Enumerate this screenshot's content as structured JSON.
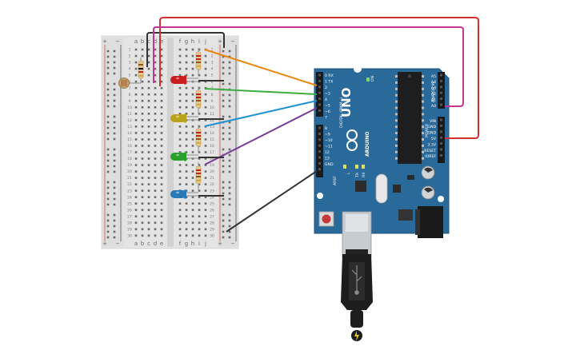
{
  "breadboard": {
    "columns_left": [
      "a",
      "b",
      "c",
      "d",
      "e"
    ],
    "columns_right": [
      "f",
      "g",
      "h",
      "i",
      "j"
    ],
    "rows": [
      "1",
      "2",
      "3",
      "4",
      "5",
      "6",
      "7",
      "8",
      "9",
      "10",
      "11",
      "12",
      "13",
      "14",
      "15",
      "16",
      "17",
      "18",
      "19",
      "20",
      "21",
      "22",
      "23",
      "24",
      "25",
      "26",
      "27",
      "28",
      "29",
      "30"
    ],
    "plus": "+",
    "minus": "−"
  },
  "arduino": {
    "model": "UNO",
    "brand": "ARDUINO",
    "digital_label": "DIGITAL (PWM~)",
    "analog_label": "ANALOG IN",
    "power_label": "POWER",
    "aref_label": "AREF",
    "on_label": "ON",
    "tx_label": "TX",
    "rx_label": "RX",
    "l_label": "L",
    "digital_pins": [
      "0 RX",
      "1 TX",
      "2",
      "~3",
      "4",
      "~5",
      "~6",
      "7",
      "8",
      "~9",
      "~10",
      "~11",
      "12",
      "13",
      "GND"
    ],
    "analog_pins": [
      "A5",
      "A4",
      "A3",
      "A2",
      "A1",
      "A0"
    ],
    "power_pins": [
      "VIN",
      "GND",
      "GND",
      "5V",
      "3.3V",
      "RESET",
      "IOREF"
    ]
  },
  "colors": {
    "wire_orange": "#e8860f",
    "wire_green": "#3cae3f",
    "wire_blue": "#1e94cf",
    "wire_purple": "#7b3a96",
    "wire_black": "#333333",
    "wire_red": "#d03030",
    "wire_magenta": "#c2388f",
    "board_blue": "#2a6a9a",
    "led_red": "#c81e1e",
    "led_yellow": "#b8a418",
    "led_green": "#2aa02a",
    "led_blue": "#2a7ab8"
  }
}
